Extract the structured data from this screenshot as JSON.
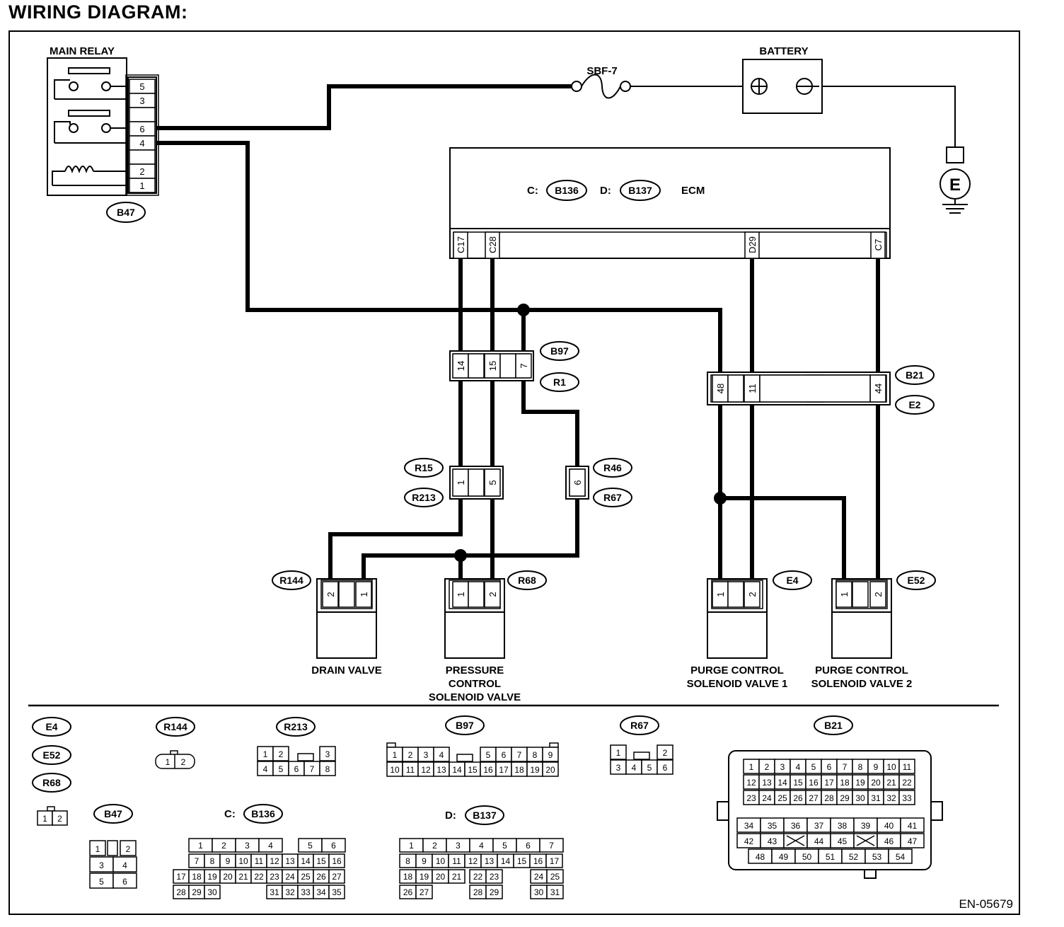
{
  "page_title": "WIRING DIAGRAM:",
  "figure_code": "EN-05679",
  "main_relay": {
    "title": "MAIN RELAY",
    "pins": [
      "5",
      "3",
      "",
      "6",
      "4",
      "",
      "2",
      "1"
    ],
    "connector": "B47"
  },
  "fuse": {
    "label": "SBF-7"
  },
  "battery": {
    "label": "BATTERY",
    "ground_label": "E"
  },
  "ecm": {
    "label": "ECM",
    "prefix_c": "C:",
    "connector_c": "B136",
    "prefix_d": "D:",
    "connector_d": "B137",
    "terminals": [
      "C17",
      "C28",
      "D29",
      "C7"
    ]
  },
  "joint_b97": {
    "pins": [
      "14",
      "15",
      "7"
    ],
    "connectors": [
      "B97",
      "R1"
    ]
  },
  "joint_b21": {
    "pins": [
      "48",
      "11",
      "44"
    ],
    "connectors": [
      "B21",
      "E2"
    ]
  },
  "joint_r15": {
    "pins": [
      "1",
      "5"
    ],
    "connectors": [
      "R15",
      "R213"
    ]
  },
  "joint_r46": {
    "pins": [
      "6"
    ],
    "connectors": [
      "R46",
      "R67"
    ]
  },
  "components": [
    {
      "connector": "R144",
      "pins": [
        "2",
        "1"
      ],
      "name": [
        "DRAIN VALVE"
      ]
    },
    {
      "connector": "R68",
      "pins": [
        "1",
        "2"
      ],
      "name": [
        "PRESSURE",
        "CONTROL",
        "SOLENOID VALVE"
      ]
    },
    {
      "connector": "E4",
      "pins": [
        "1",
        "2"
      ],
      "name": [
        "PURGE CONTROL",
        "SOLENOID VALVE 1"
      ]
    },
    {
      "connector": "E52",
      "pins": [
        "1",
        "2"
      ],
      "name": [
        "PURGE CONTROL",
        "SOLENOID VALVE 2"
      ]
    }
  ],
  "legend": {
    "e4_group": [
      "E4",
      "E52",
      "R68"
    ],
    "e4_pins": [
      [
        "1",
        "2"
      ]
    ],
    "r144": {
      "label": "R144",
      "pins": [
        "1",
        "2"
      ]
    },
    "r213": {
      "label": "R213",
      "rows": [
        [
          "1",
          "2",
          "",
          "",
          "3"
        ],
        [
          "4",
          "5",
          "6",
          "7",
          "8"
        ]
      ]
    },
    "b97": {
      "label": "B97",
      "rows": [
        [
          "1",
          "2",
          "3",
          "4",
          "",
          "",
          "5",
          "6",
          "7",
          "8",
          "9"
        ],
        [
          "10",
          "11",
          "12",
          "13",
          "14",
          "15",
          "16",
          "17",
          "18",
          "19",
          "20"
        ]
      ]
    },
    "r67": {
      "label": "R67",
      "rows": [
        [
          "1",
          "",
          "",
          "2"
        ],
        [
          "3",
          "4",
          "5",
          "6"
        ]
      ]
    },
    "b21": {
      "label": "B21",
      "rows": [
        [
          "1",
          "2",
          "3",
          "4",
          "5",
          "6",
          "7",
          "8",
          "9",
          "10",
          "11"
        ],
        [
          "12",
          "13",
          "14",
          "15",
          "16",
          "17",
          "18",
          "19",
          "20",
          "21",
          "22"
        ],
        [
          "23",
          "24",
          "25",
          "26",
          "27",
          "28",
          "29",
          "30",
          "31",
          "32",
          "33"
        ],
        [
          "34",
          "35",
          "36",
          "37",
          "38",
          "39",
          "40",
          "41"
        ],
        [
          "42",
          "43",
          "",
          "44",
          "45",
          "",
          "46",
          "47"
        ],
        [
          "48",
          "49",
          "50",
          "51",
          "52",
          "53",
          "54"
        ]
      ]
    },
    "b47": {
      "label": "B47",
      "rows": [
        [
          "1",
          "",
          "2"
        ],
        [
          "3",
          "4"
        ],
        [
          "5",
          "6"
        ]
      ]
    },
    "b136": {
      "prefix": "C:",
      "label": "B136",
      "rows": [
        [
          "1",
          "2",
          "3",
          "4",
          "",
          "5",
          "6"
        ],
        [
          "7",
          "8",
          "9",
          "10",
          "11",
          "12",
          "13",
          "14",
          "15",
          "16"
        ],
        [
          "17",
          "18",
          "19",
          "20",
          "21",
          "22",
          "23",
          "24",
          "25",
          "26",
          "27"
        ],
        [
          "28",
          "29",
          "30",
          "31",
          "32",
          "33",
          "34",
          "35"
        ]
      ]
    },
    "b137": {
      "prefix": "D:",
      "label": "B137",
      "rows": [
        [
          "1",
          "2",
          "3",
          "4",
          "5",
          "6",
          "7"
        ],
        [
          "8",
          "9",
          "10",
          "11",
          "12",
          "13",
          "14",
          "15",
          "16",
          "17"
        ],
        [
          "18",
          "19",
          "20",
          "21",
          "22",
          "23",
          "24",
          "25"
        ],
        [
          "26",
          "27",
          "28",
          "29",
          "30",
          "31"
        ]
      ]
    }
  }
}
